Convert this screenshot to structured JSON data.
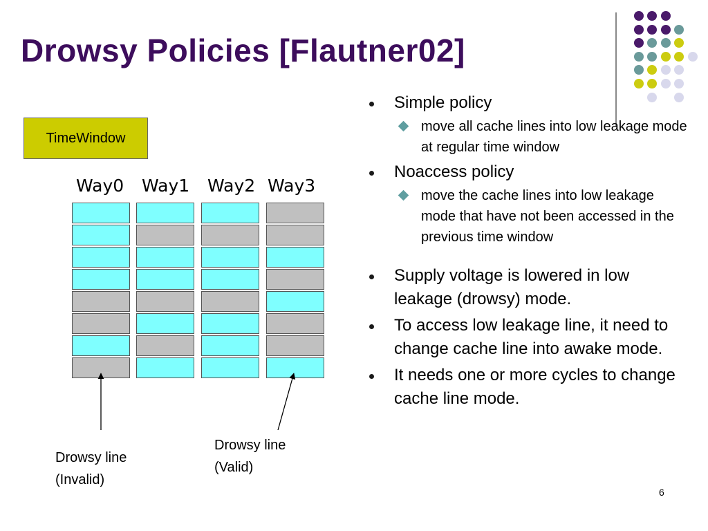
{
  "slide": {
    "title": "Drowsy Policies [Flautner02]",
    "page_number": "6"
  },
  "colors": {
    "title": "#3d0d5c",
    "awake": "#7fffff",
    "drowsy": "#c0c0c0",
    "timewindow_bg": "#cccc00",
    "dot_purple": "#4a1a6a",
    "dot_teal": "#6a9a9a",
    "dot_olive": "#cccc10",
    "dot_lavender": "#d8d8ec"
  },
  "decor_dots": {
    "color_keys": [
      "purple",
      "teal",
      "olive",
      "lavender"
    ],
    "grid": [
      [
        "",
        "purple",
        "purple",
        "purple",
        "",
        ""
      ],
      [
        "",
        "purple",
        "purple",
        "purple",
        "teal",
        ""
      ],
      [
        "",
        "purple",
        "teal",
        "teal",
        "olive",
        ""
      ],
      [
        "",
        "teal",
        "teal",
        "olive",
        "olive",
        "lavender"
      ],
      [
        "",
        "teal",
        "olive",
        "lavender",
        "lavender",
        ""
      ],
      [
        "",
        "olive",
        "olive",
        "lavender",
        "lavender",
        ""
      ],
      [
        "",
        "",
        "lavender",
        "",
        "lavender",
        ""
      ]
    ]
  },
  "diagram": {
    "timewindow_label": "TimeWindow",
    "ways": [
      {
        "label": "Way0",
        "lines": [
          "awake",
          "awake",
          "awake",
          "awake",
          "drowsy",
          "drowsy",
          "awake",
          "drowsy"
        ]
      },
      {
        "label": "Way1",
        "lines": [
          "awake",
          "drowsy",
          "awake",
          "awake",
          "drowsy",
          "awake",
          "drowsy",
          "awake"
        ]
      },
      {
        "label": "Way2",
        "lines": [
          "awake",
          "drowsy",
          "awake",
          "awake",
          "drowsy",
          "awake",
          "awake",
          "awake"
        ]
      },
      {
        "label": "Way3",
        "lines": [
          "drowsy",
          "drowsy",
          "awake",
          "drowsy",
          "awake",
          "drowsy",
          "drowsy",
          "awake"
        ]
      }
    ],
    "callouts": {
      "invalid": {
        "line1": "Drowsy line",
        "line2": "(Invalid)"
      },
      "valid": {
        "line1": "Drowsy line",
        "line2": "(Valid)"
      }
    }
  },
  "bullets": {
    "simple": {
      "text": "Simple policy",
      "sub": "move all cache lines into low leakage mode at regular time window"
    },
    "noaccess": {
      "text": "Noaccess policy",
      "sub": "move the cache lines into low leakage mode that have not been accessed in the previous time window"
    },
    "voltage": "Supply voltage is lowered in low leakage (drowsy) mode.",
    "access": "To access low leakage line, it need to change cache line into awake mode.",
    "cycles": "It needs one or more cycles to change cache line mode."
  }
}
